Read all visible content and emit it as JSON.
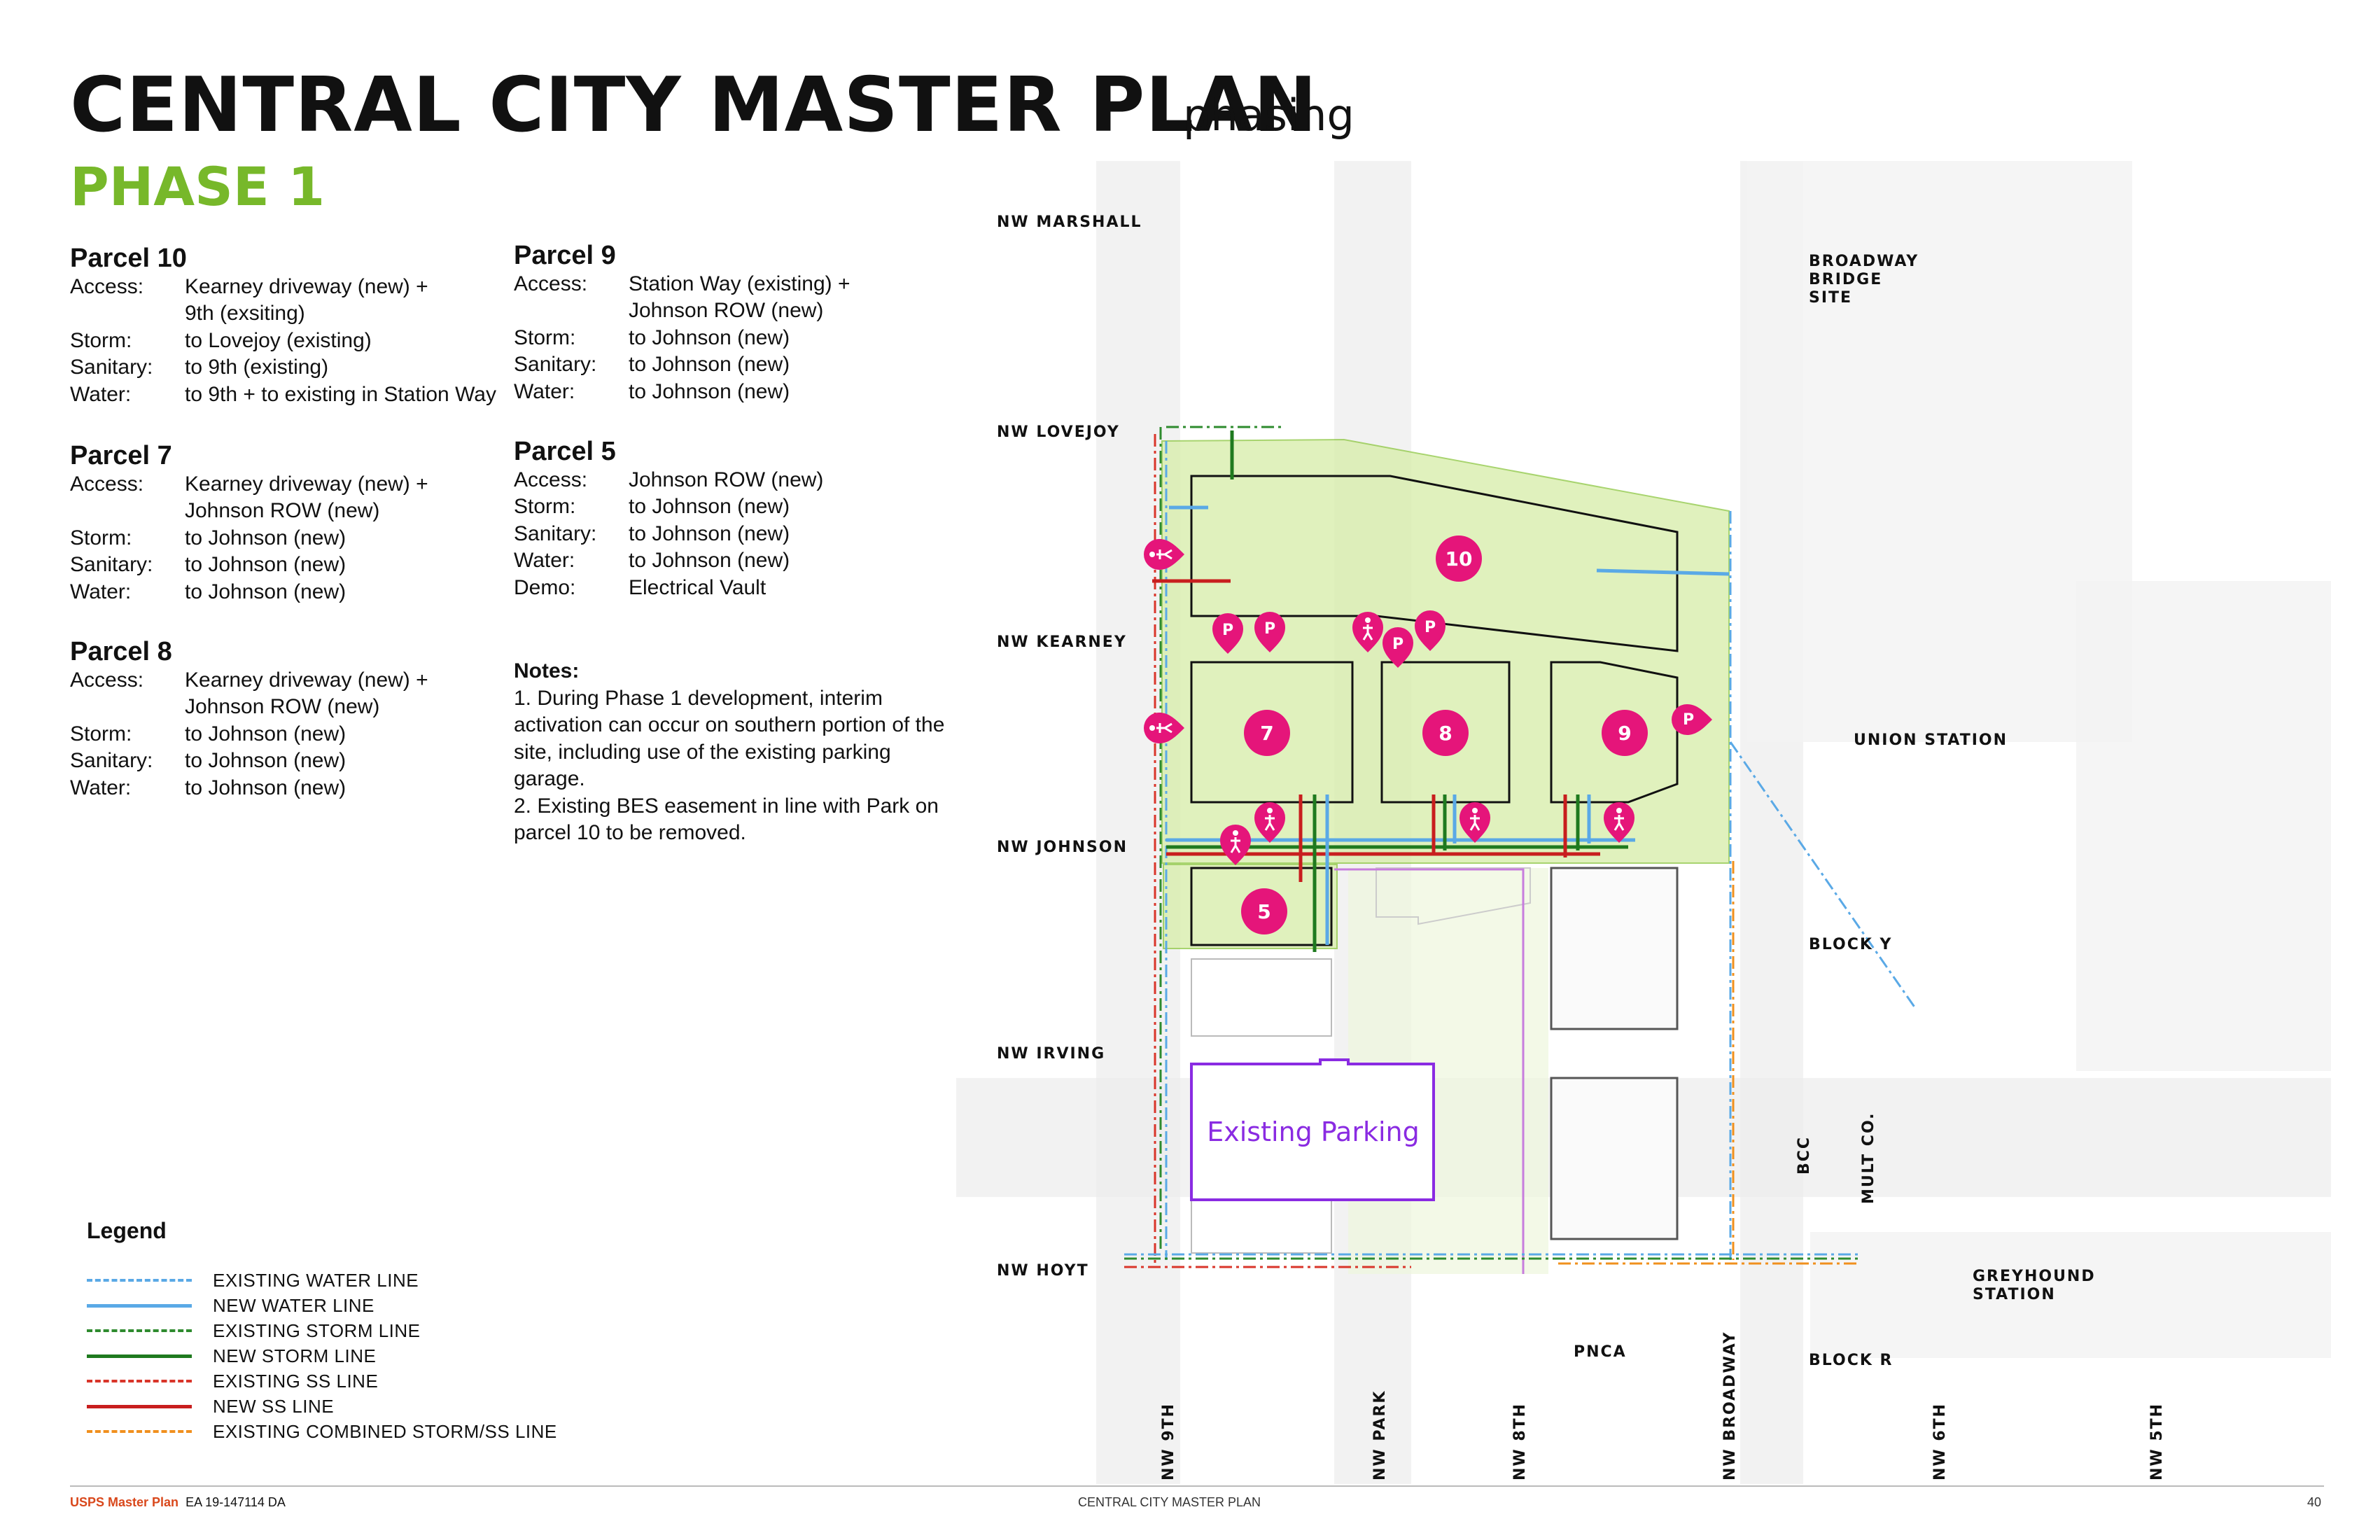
{
  "header": {
    "title": "CENTRAL CITY MASTER PLAN",
    "subtitle": "phasing",
    "phase": "PHASE 1"
  },
  "parcels": [
    {
      "name": "Parcel 10",
      "rows": [
        {
          "k": "Access:",
          "v": "Kearney driveway (new) +\n9th (exsiting)"
        },
        {
          "k": "Storm:",
          "v": "to Lovejoy (existing)"
        },
        {
          "k": "Sanitary:",
          "v": "to 9th (existing)"
        },
        {
          "k": "Water:",
          "v": "to 9th + to existing in Station Way"
        }
      ]
    },
    {
      "name": "Parcel 7",
      "rows": [
        {
          "k": "Access:",
          "v": "Kearney driveway (new) +\nJohnson ROW (new)"
        },
        {
          "k": "Storm:",
          "v": "to Johnson (new)"
        },
        {
          "k": "Sanitary:",
          "v": "to Johnson (new)"
        },
        {
          "k": "Water:",
          "v": "to Johnson (new)"
        }
      ]
    },
    {
      "name": "Parcel 8",
      "rows": [
        {
          "k": "Access:",
          "v": "Kearney driveway (new) +\nJohnson ROW (new)"
        },
        {
          "k": "Storm:",
          "v": "to Johnson (new)"
        },
        {
          "k": "Sanitary:",
          "v": "to Johnson (new)"
        },
        {
          "k": "Water:",
          "v": "to Johnson (new)"
        }
      ]
    },
    {
      "name": "Parcel 9",
      "rows": [
        {
          "k": "Access:",
          "v": "Station Way (existing) +\nJohnson ROW (new)"
        },
        {
          "k": "Storm:",
          "v": "to Johnson (new)"
        },
        {
          "k": "Sanitary:",
          "v": "to Johnson (new)"
        },
        {
          "k": "Water:",
          "v": "to Johnson (new)"
        }
      ]
    },
    {
      "name": "Parcel 5",
      "rows": [
        {
          "k": "Access:",
          "v": "Johnson ROW (new)"
        },
        {
          "k": "Storm:",
          "v": "to Johnson (new)"
        },
        {
          "k": "Sanitary:",
          "v": "to Johnson (new)"
        },
        {
          "k": "Water:",
          "v": "to Johnson (new)"
        },
        {
          "k": "Demo:",
          "v": "Electrical Vault"
        }
      ]
    }
  ],
  "notes": {
    "heading": "Notes:",
    "items": [
      "1. During Phase 1 development, interim activation can occur on southern portion of the site, including use of the existing parking garage.",
      "2. Existing BES easement in line with Park on parcel 10 to be removed."
    ]
  },
  "legend": {
    "title": "Legend",
    "items": [
      {
        "label": "EXISTING WATER LINE",
        "color": "#5aa9e6",
        "style": "dashdot"
      },
      {
        "label": "NEW WATER LINE",
        "color": "#5aa9e6",
        "style": "solid"
      },
      {
        "label": "EXISTING STORM LINE",
        "color": "#2e8b2e",
        "style": "dashdot"
      },
      {
        "label": "NEW STORM LINE",
        "color": "#1f7a1f",
        "style": "solid"
      },
      {
        "label": "EXISTING SS LINE",
        "color": "#d9352a",
        "style": "dashdot"
      },
      {
        "label": "NEW SS LINE",
        "color": "#c81e1e",
        "style": "solid"
      },
      {
        "label": "EXISTING COMBINED STORM/SS LINE",
        "color": "#f0901e",
        "style": "dashdot"
      }
    ]
  },
  "map": {
    "streets_h": [
      "NW MARSHALL",
      "NW LOVEJOY",
      "NW KEARNEY",
      "NW JOHNSON",
      "NW IRVING",
      "NW HOYT"
    ],
    "streets_v": [
      "NW 9TH",
      "NW PARK",
      "NW 8TH",
      "NW BROADWAY",
      "NW 6TH",
      "NW 5TH"
    ],
    "places": {
      "broadway_bridge": "BROADWAY\nBRIDGE\nSITE",
      "union_station": "UNION STATION",
      "block_y": "BLOCK Y",
      "bcc": "BCC",
      "mult_co": "MULT CO.",
      "greyhound": "GREYHOUND\nSTATION",
      "pnca": "PNCA",
      "block_r": "BLOCK R"
    },
    "parcels": [
      "10",
      "7",
      "8",
      "9",
      "5"
    ],
    "existing_parking": "Existing Parking",
    "parking_symbol": "P",
    "accent_magenta": "#e5157a",
    "phase_green": "#8cc63f",
    "parking_purple": "#8a2be2"
  },
  "footer": {
    "left_bold": "USPS Master Plan",
    "left_rest": "EA 19-147114 DA",
    "center": "CENTRAL CITY MASTER PLAN",
    "page": "40"
  }
}
